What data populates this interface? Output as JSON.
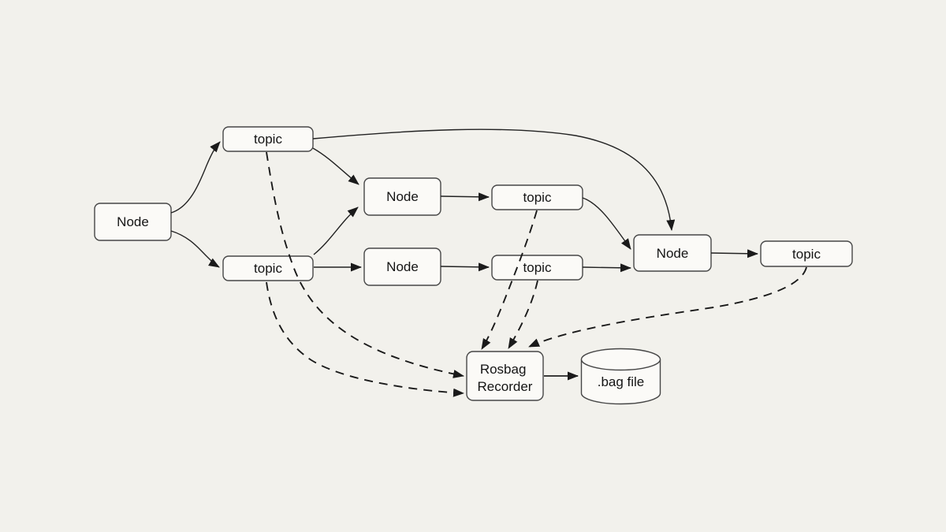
{
  "diagram": {
    "type": "flow-diagram",
    "subject": "ROS rosbag recording topology",
    "colors": {
      "background": "#f2f1ec",
      "shape_fill": "#fbfaf7",
      "shape_stroke": "#464646",
      "edge": "#1a1a1a",
      "text": "#141414"
    },
    "nodes": [
      {
        "id": "node-left",
        "label": "Node",
        "shape": "rounded-rect"
      },
      {
        "id": "topic-top",
        "label": "topic",
        "shape": "rounded-rect"
      },
      {
        "id": "topic-mid-left",
        "label": "topic",
        "shape": "rounded-rect"
      },
      {
        "id": "node-mid-top",
        "label": "Node",
        "shape": "rounded-rect"
      },
      {
        "id": "node-mid-bottom",
        "label": "Node",
        "shape": "rounded-rect"
      },
      {
        "id": "topic-center-top",
        "label": "topic",
        "shape": "rounded-rect"
      },
      {
        "id": "topic-center-bottom",
        "label": "topic",
        "shape": "rounded-rect"
      },
      {
        "id": "node-right",
        "label": "Node",
        "shape": "rounded-rect"
      },
      {
        "id": "topic-right",
        "label": "topic",
        "shape": "rounded-rect"
      },
      {
        "id": "rosbag-recorder",
        "label": "Rosbag Recorder",
        "label_lines": [
          "Rosbag",
          "Recorder"
        ],
        "shape": "rounded-rect"
      },
      {
        "id": "bag-file",
        "label": ".bag file",
        "shape": "cylinder"
      }
    ],
    "edges": [
      {
        "from": "node-left",
        "to": "topic-top",
        "style": "solid"
      },
      {
        "from": "node-left",
        "to": "topic-mid-left",
        "style": "solid"
      },
      {
        "from": "topic-top",
        "to": "node-mid-top",
        "style": "solid"
      },
      {
        "from": "topic-top",
        "to": "node-right",
        "style": "solid"
      },
      {
        "from": "topic-mid-left",
        "to": "node-mid-top",
        "style": "solid"
      },
      {
        "from": "topic-mid-left",
        "to": "node-mid-bottom",
        "style": "solid"
      },
      {
        "from": "node-mid-top",
        "to": "topic-center-top",
        "style": "solid"
      },
      {
        "from": "node-mid-bottom",
        "to": "topic-center-bottom",
        "style": "solid"
      },
      {
        "from": "topic-center-top",
        "to": "node-right",
        "style": "solid"
      },
      {
        "from": "topic-center-bottom",
        "to": "node-right",
        "style": "solid"
      },
      {
        "from": "node-right",
        "to": "topic-right",
        "style": "solid"
      },
      {
        "from": "topic-top",
        "to": "rosbag-recorder",
        "style": "dashed"
      },
      {
        "from": "topic-mid-left",
        "to": "rosbag-recorder",
        "style": "dashed"
      },
      {
        "from": "topic-center-top",
        "to": "rosbag-recorder",
        "style": "dashed"
      },
      {
        "from": "topic-center-bottom",
        "to": "rosbag-recorder",
        "style": "dashed"
      },
      {
        "from": "topic-right",
        "to": "rosbag-recorder",
        "style": "dashed"
      },
      {
        "from": "rosbag-recorder",
        "to": "bag-file",
        "style": "solid"
      }
    ]
  }
}
